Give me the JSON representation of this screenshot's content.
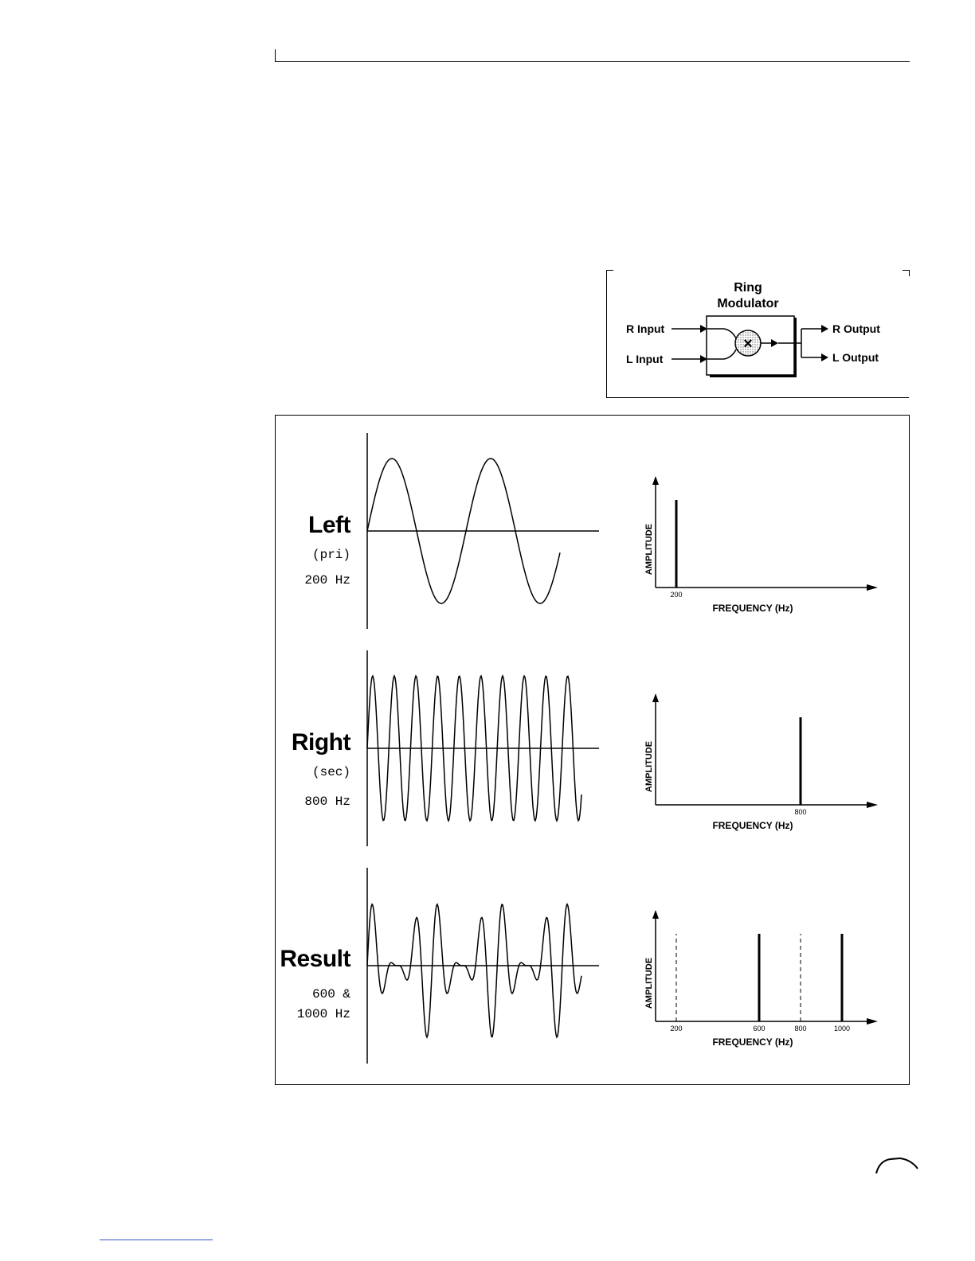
{
  "ring_modulator": {
    "title_line1": "Ring",
    "title_line2": "Modulator",
    "r_input": "R Input",
    "l_input": "L Input",
    "r_output": "R Output",
    "l_output": "L Output",
    "multiply_symbol": "×"
  },
  "panels": [
    {
      "name": "Left",
      "sub1": "(pri)",
      "sub2": "200 Hz",
      "spectrum": {
        "ylabel": "AMPLITUDE",
        "xlabel": "FREQUENCY (Hz)",
        "solid_lines": [
          200
        ],
        "dashed_lines": [],
        "tick_labels": [
          "200"
        ]
      }
    },
    {
      "name": "Right",
      "sub1": "(sec)",
      "sub2": "800 Hz",
      "spectrum": {
        "ylabel": "AMPLITUDE",
        "xlabel": "FREQUENCY (Hz)",
        "solid_lines": [
          800
        ],
        "dashed_lines": [],
        "tick_labels": [
          "800"
        ]
      }
    },
    {
      "name": "Result",
      "sub1": "600 &",
      "sub2": "1000 Hz",
      "spectrum": {
        "ylabel": "AMPLITUDE",
        "xlabel": "FREQUENCY (Hz)",
        "solid_lines": [
          600,
          1000
        ],
        "dashed_lines": [
          200,
          800
        ],
        "tick_labels": [
          "200",
          "600",
          "800",
          "1000"
        ]
      }
    }
  ]
}
